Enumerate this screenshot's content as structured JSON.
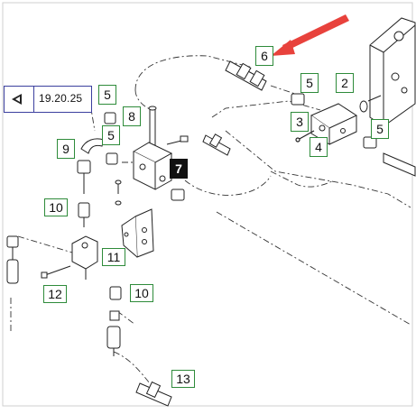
{
  "reference_tag": {
    "value": "19.20.25"
  },
  "callouts": [
    {
      "id": "c6",
      "label": "6",
      "style": "green"
    },
    {
      "id": "c5a",
      "label": "5",
      "style": "green"
    },
    {
      "id": "c2",
      "label": "2",
      "style": "green"
    },
    {
      "id": "c3",
      "label": "3",
      "style": "green"
    },
    {
      "id": "c5b",
      "label": "5",
      "style": "green"
    },
    {
      "id": "c4",
      "label": "4",
      "style": "green"
    },
    {
      "id": "c5c",
      "label": "5",
      "style": "green"
    },
    {
      "id": "c8",
      "label": "8",
      "style": "green"
    },
    {
      "id": "c5d",
      "label": "5",
      "style": "green"
    },
    {
      "id": "c9",
      "label": "9",
      "style": "green"
    },
    {
      "id": "c7",
      "label": "7",
      "style": "highlight"
    },
    {
      "id": "c10a",
      "label": "10",
      "style": "green"
    },
    {
      "id": "c11",
      "label": "11",
      "style": "green"
    },
    {
      "id": "c12",
      "label": "12",
      "style": "green"
    },
    {
      "id": "c10b",
      "label": "10",
      "style": "green"
    },
    {
      "id": "c13",
      "label": "13",
      "style": "green"
    }
  ],
  "colors": {
    "callout_border": "#2e8b3a",
    "highlight_fill": "#111111",
    "arrow": "#e8423c",
    "tag_border": "#3b3f9e"
  }
}
